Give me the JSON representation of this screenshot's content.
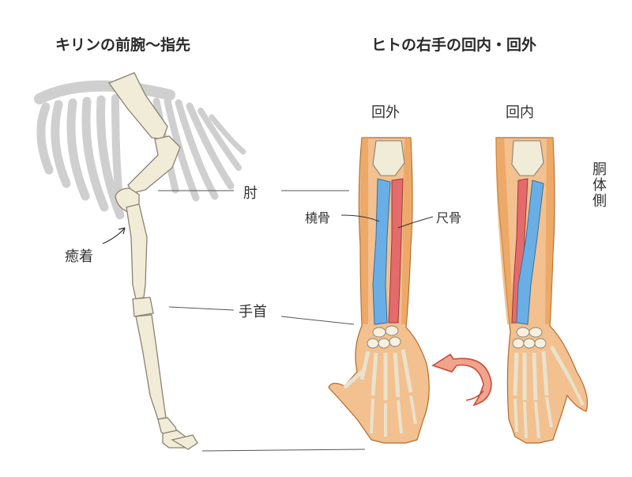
{
  "titles": {
    "left": "キリンの前腕〜指先",
    "right": "ヒトの右手の回内・回外"
  },
  "panels": {
    "supination": "回外",
    "pronation": "回内"
  },
  "labels": {
    "elbow": "肘",
    "wrist": "手首",
    "fused": "癒着",
    "radius": "橈骨",
    "ulna": "尺骨",
    "trunk_side": "胴体側"
  },
  "colors": {
    "radius": "#6aaee6",
    "ulna": "#e36b6b",
    "skin": "#f0b27f",
    "skin_dark": "#d9843e",
    "bone": "#f1ecd8",
    "rib": "#cfcfcf",
    "arrow": "#e56a5a"
  }
}
